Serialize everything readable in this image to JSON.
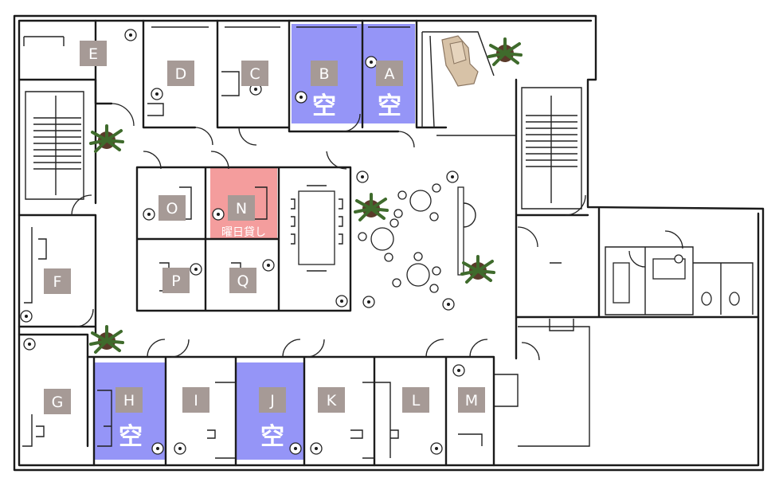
{
  "legend": {
    "vacant_label": "空",
    "weekday_rental_label": "曜日貸し"
  },
  "colors": {
    "wall": "#1a1a1a",
    "room_label_bg": "#a69a96",
    "vacant_fill": "#7b7bf5",
    "weekday_fill": "#f28c8c",
    "plant_leaf": "#3f6b2c",
    "massage_chair": "#d7c2a7"
  },
  "rooms": [
    {
      "id": "A",
      "status": "vacant"
    },
    {
      "id": "B",
      "status": "vacant"
    },
    {
      "id": "C",
      "status": "occupied"
    },
    {
      "id": "D",
      "status": "occupied"
    },
    {
      "id": "E",
      "status": "occupied"
    },
    {
      "id": "F",
      "status": "occupied"
    },
    {
      "id": "G",
      "status": "occupied"
    },
    {
      "id": "H",
      "status": "vacant"
    },
    {
      "id": "I",
      "status": "occupied"
    },
    {
      "id": "J",
      "status": "vacant"
    },
    {
      "id": "K",
      "status": "occupied"
    },
    {
      "id": "L",
      "status": "occupied"
    },
    {
      "id": "M",
      "status": "occupied"
    },
    {
      "id": "N",
      "status": "weekday-rental"
    },
    {
      "id": "O",
      "status": "occupied"
    },
    {
      "id": "P",
      "status": "occupied"
    },
    {
      "id": "Q",
      "status": "occupied"
    }
  ],
  "icons": {
    "plant": "potted-plant-icon",
    "chair": "massage-chair-icon",
    "outlet": "outlet-icon",
    "stairs": "stairs-icon"
  }
}
